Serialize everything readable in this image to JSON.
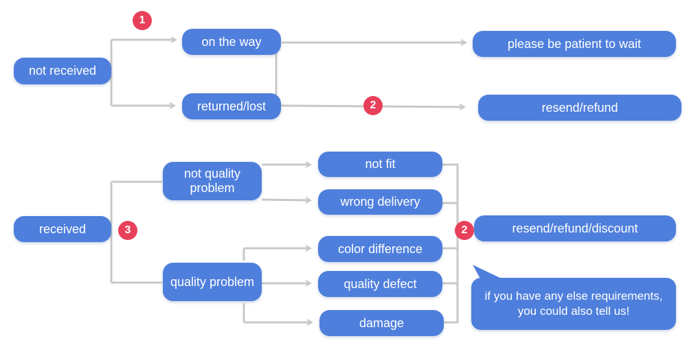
{
  "nodes": {
    "not_received": "not received",
    "on_the_way": "on the way",
    "returned_lost": "returned/lost",
    "please_wait": "please be patient to wait",
    "resend_refund": "resend/refund",
    "received": "received",
    "not_quality_problem": [
      "not quality",
      "problem"
    ],
    "quality_problem": "quality problem",
    "not_fit": "not fit",
    "wrong_delivery": "wrong delivery",
    "color_difference": "color difference",
    "quality_defect": "quality defect",
    "damage": "damage",
    "resend_refund_discount": "resend/refund/discount"
  },
  "badges": {
    "one": "1",
    "two_top": "2",
    "three": "3",
    "two_bottom": "2"
  },
  "note": {
    "line1": "if you have any else requirements,",
    "line2": "you could also tell us!"
  },
  "colors": {
    "node": "#4f7fdc",
    "badge": "#e8405a",
    "connector": "#c8c8c8"
  }
}
